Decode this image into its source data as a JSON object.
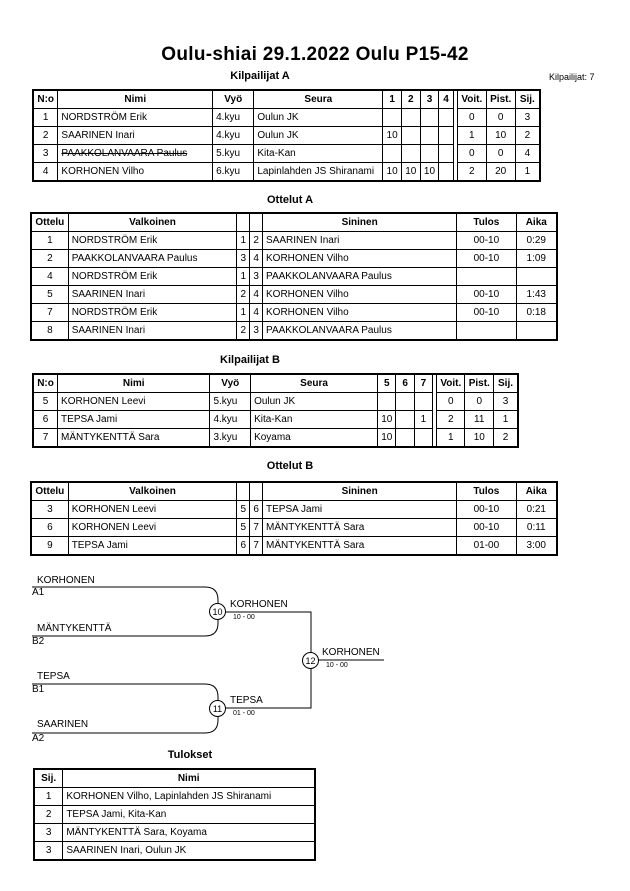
{
  "header": {
    "title": "Oulu-shiai  29.1.2022  Oulu   P15-42",
    "competitors_a_title": "Kilpailijat A",
    "competitor_count": "Kilpailijat: 7"
  },
  "competitors_a": {
    "headers": [
      "N:o",
      "Nimi",
      "Vyö",
      "Seura",
      "1",
      "2",
      "3",
      "4",
      "Voit.",
      "Pist.",
      "Sij."
    ],
    "rows": [
      {
        "no": "1",
        "name": "NORDSTRÖM Erik",
        "belt": "4.kyu",
        "club": "Oulun JK",
        "s1": "",
        "s2": "",
        "s3": "",
        "s4": "",
        "wins": "0",
        "points": "0",
        "rank": "3"
      },
      {
        "no": "2",
        "name": "SAARINEN Inari",
        "belt": "4.kyu",
        "club": "Oulun JK",
        "s1": "10",
        "s2": "",
        "s3": "",
        "s4": "",
        "wins": "1",
        "points": "10",
        "rank": "2"
      },
      {
        "no": "3",
        "name": "PAAKKOLANVAARA Paulus",
        "belt": "5.kyu",
        "club": "Kita-Kan",
        "s1": "",
        "s2": "",
        "s3": "",
        "s4": "",
        "wins": "0",
        "points": "0",
        "rank": "4"
      },
      {
        "no": "4",
        "name": "KORHONEN Vilho",
        "belt": "6.kyu",
        "club": "Lapinlahden JS Shiranami",
        "s1": "10",
        "s2": "10",
        "s3": "10",
        "s4": "",
        "wins": "2",
        "points": "20",
        "rank": "1"
      }
    ]
  },
  "matches_a": {
    "title": "Ottelut A",
    "headers": [
      "Ottelu",
      "Valkoinen",
      "Sininen",
      "Tulos",
      "Aika"
    ],
    "rows": [
      {
        "match": "1",
        "white": "NORDSTRÖM Erik",
        "w": "1",
        "b": "2",
        "blue": "SAARINEN Inari",
        "result": "00-10",
        "time": "0:29"
      },
      {
        "match": "2",
        "white": "PAAKKOLANVAARA Paulus",
        "w": "3",
        "b": "4",
        "blue": "KORHONEN Vilho",
        "result": "00-10",
        "time": "1:09"
      },
      {
        "match": "4",
        "white": "NORDSTRÖM Erik",
        "w": "1",
        "b": "3",
        "blue": "PAAKKOLANVAARA Paulus",
        "result": "",
        "time": ""
      },
      {
        "match": "5",
        "white": "SAARINEN Inari",
        "w": "2",
        "b": "4",
        "blue": "KORHONEN Vilho",
        "result": "00-10",
        "time": "1:43"
      },
      {
        "match": "7",
        "white": "NORDSTRÖM Erik",
        "w": "1",
        "b": "4",
        "blue": "KORHONEN Vilho",
        "result": "00-10",
        "time": "0:18"
      },
      {
        "match": "8",
        "white": "SAARINEN Inari",
        "w": "2",
        "b": "3",
        "blue": "PAAKKOLANVAARA Paulus",
        "result": "",
        "time": ""
      }
    ]
  },
  "competitors_b": {
    "title": "Kilpailijat B",
    "headers": [
      "N:o",
      "Nimi",
      "Vyö",
      "Seura",
      "5",
      "6",
      "7",
      "Voit.",
      "Pist.",
      "Sij."
    ],
    "rows": [
      {
        "no": "5",
        "name": "KORHONEN Leevi",
        "belt": "5.kyu",
        "club": "Oulun JK",
        "s1": "",
        "s2": "",
        "s3": "",
        "wins": "0",
        "points": "0",
        "rank": "3"
      },
      {
        "no": "6",
        "name": "TEPSA Jami",
        "belt": "4.kyu",
        "club": "Kita-Kan",
        "s1": "10",
        "s2": "",
        "s3": "1",
        "wins": "2",
        "points": "11",
        "rank": "1"
      },
      {
        "no": "7",
        "name": "MÄNTYKENTTÄ Sara",
        "belt": "3.kyu",
        "club": "Koyama",
        "s1": "10",
        "s2": "",
        "s3": "",
        "wins": "1",
        "points": "10",
        "rank": "2"
      }
    ]
  },
  "matches_b": {
    "title": "Ottelut B",
    "headers": [
      "Ottelu",
      "Valkoinen",
      "Sininen",
      "Tulos",
      "Aika"
    ],
    "rows": [
      {
        "match": "3",
        "white": "KORHONEN Leevi",
        "w": "5",
        "b": "6",
        "blue": "TEPSA Jami",
        "result": "00-10",
        "time": "0:21"
      },
      {
        "match": "6",
        "white": "KORHONEN Leevi",
        "w": "5",
        "b": "7",
        "blue": "MÄNTYKENTTÄ Sara",
        "result": "00-10",
        "time": "0:11"
      },
      {
        "match": "9",
        "white": "TEPSA Jami",
        "w": "6",
        "b": "7",
        "blue": "MÄNTYKENTTÄ Sara",
        "result": "01-00",
        "time": "3:00"
      }
    ]
  },
  "bracket": {
    "entrants": [
      {
        "name": "KORHONEN",
        "seed": "A1"
      },
      {
        "name": "MÄNTYKENTTÄ",
        "seed": "B2"
      },
      {
        "name": "TEPSA",
        "seed": "B1"
      },
      {
        "name": "SAARINEN",
        "seed": "A2"
      }
    ],
    "semi1": {
      "node": "10",
      "winner": "KORHONEN",
      "score": "10 - 00"
    },
    "semi2": {
      "node": "11",
      "winner": "TEPSA",
      "score": "01 - 00"
    },
    "final": {
      "node": "12",
      "winner": "KORHONEN",
      "score": "10 - 00"
    }
  },
  "results": {
    "title": "Tulokset",
    "headers": [
      "Sij.",
      "Nimi"
    ],
    "rows": [
      {
        "rank": "1",
        "name": "KORHONEN Vilho, Lapinlahden JS Shiranami"
      },
      {
        "rank": "2",
        "name": "TEPSA Jami, Kita-Kan"
      },
      {
        "rank": "3",
        "name": "MÄNTYKENTTÄ Sara, Koyama"
      },
      {
        "rank": "3",
        "name": "SAARINEN Inari, Oulun JK"
      }
    ]
  }
}
